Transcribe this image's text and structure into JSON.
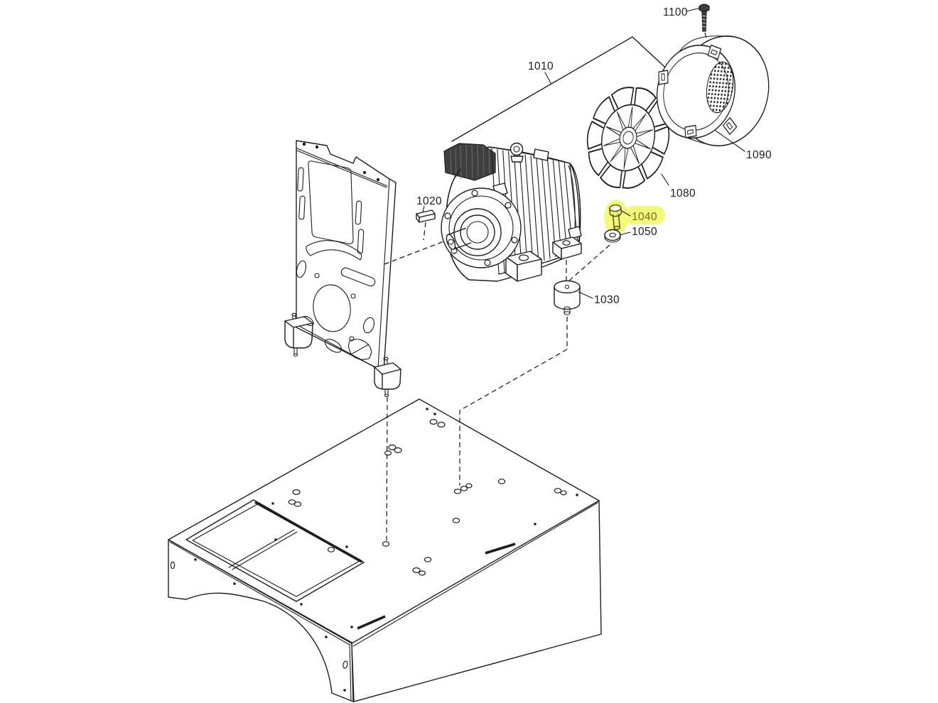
{
  "diagram": {
    "background": "#ffffff",
    "line_color": "#1d1d1d",
    "highlight": {
      "selected_ref": "1040",
      "fill": "#f4f87b",
      "text_color": "#6e6e1e"
    },
    "callouts": {
      "c1010": {
        "ref": "1010"
      },
      "c1020": {
        "ref": "1020"
      },
      "c1030": {
        "ref": "1030"
      },
      "c1040": {
        "ref": "1040"
      },
      "c1050": {
        "ref": "1050"
      },
      "c1080": {
        "ref": "1080"
      },
      "c1090": {
        "ref": "1090"
      },
      "c1100": {
        "ref": "1100"
      }
    }
  }
}
